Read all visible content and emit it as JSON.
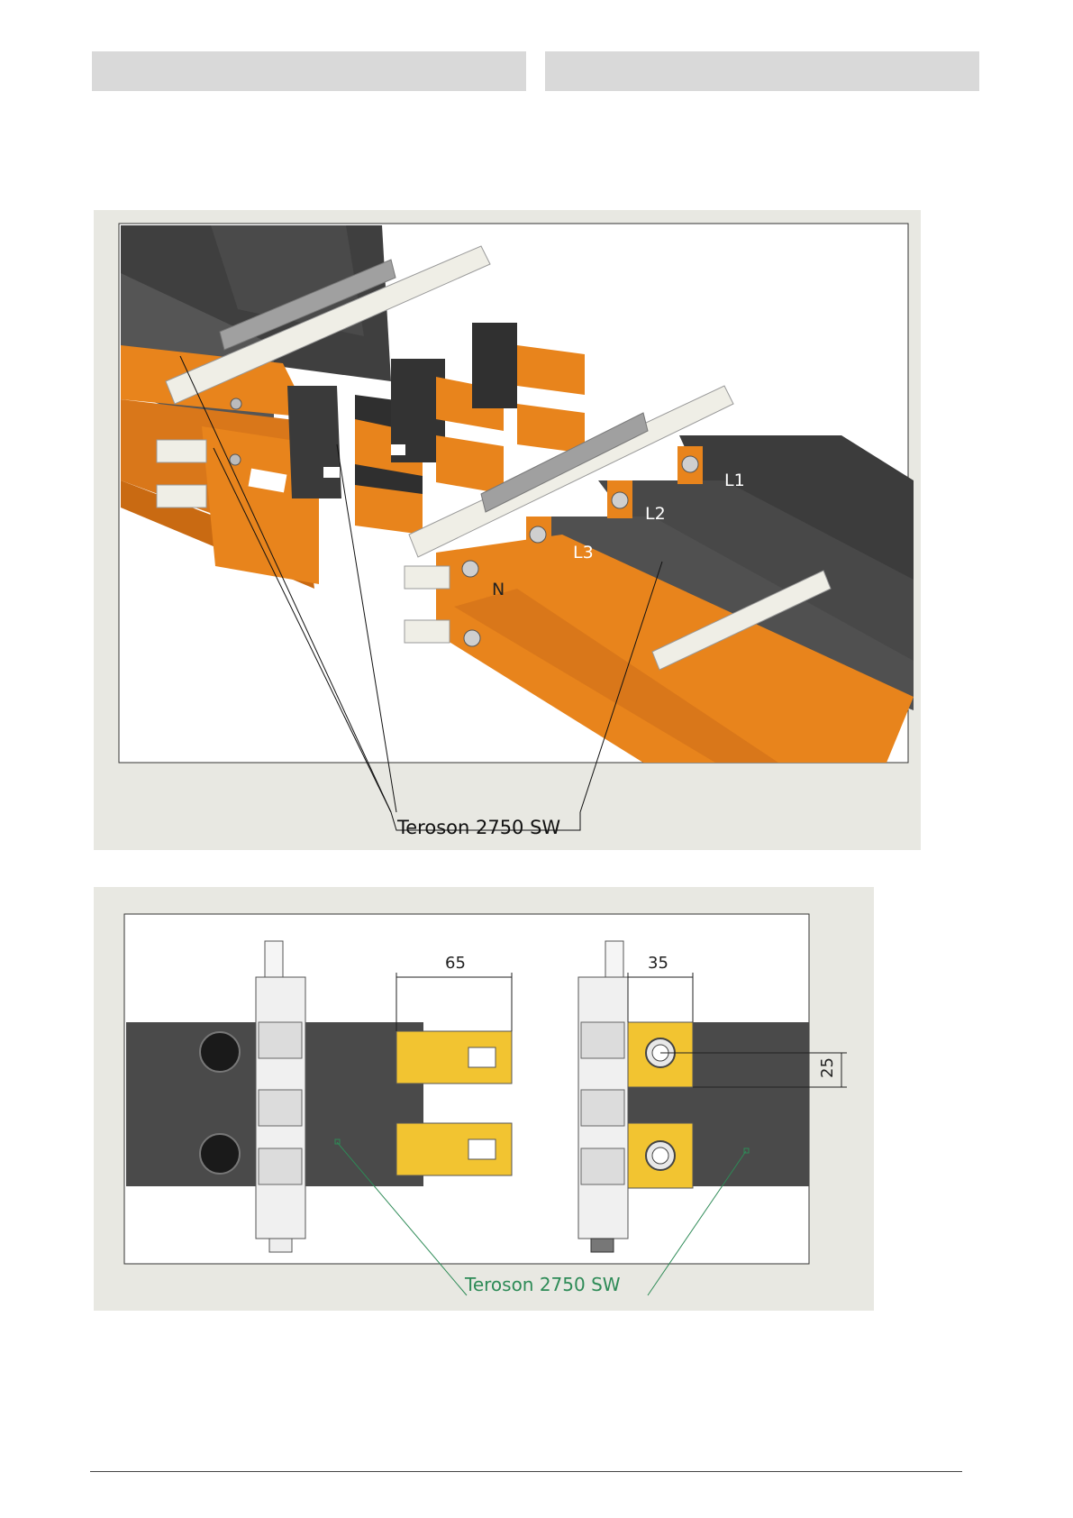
{
  "header": {
    "left_text": "",
    "right_text": ""
  },
  "figure1": {
    "phase_labels": [
      "L1",
      "L2",
      "L3",
      "N"
    ],
    "callout": "Teroson 2750 SW",
    "colors": {
      "copper": "#e8841c",
      "busbar_dark": "#4a4a4a",
      "insulator": "#efeee6",
      "steel": "#a0a0a0"
    }
  },
  "figure2": {
    "dimensions": [
      "65",
      "35",
      "25"
    ],
    "callout": "Teroson 2750 SW",
    "colors": {
      "copper": "#f2c431",
      "busbar_dark": "#4a4a4a",
      "leader": "#2e8b57"
    }
  }
}
